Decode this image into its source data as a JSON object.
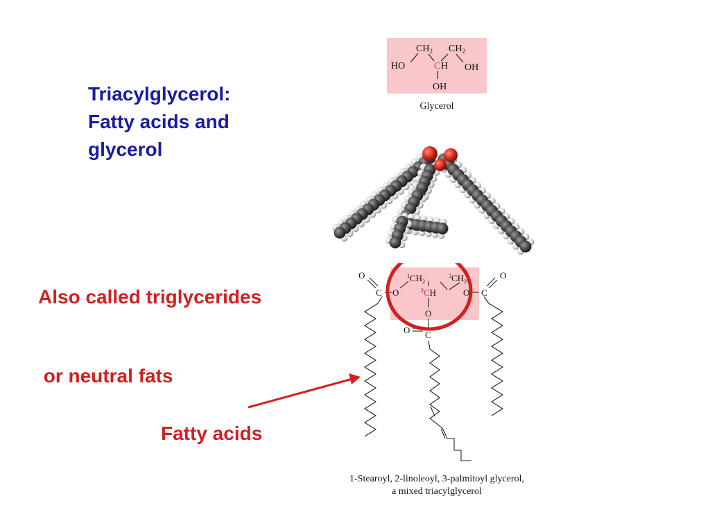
{
  "slide": {
    "title_lines": [
      "Triacylglycerol:",
      "Fatty acids and",
      "glycerol"
    ],
    "subtitle_lines": [
      "Also called triglycerides",
      " or neutral fats"
    ],
    "fatty_acids_label": "Fatty acids"
  },
  "glycerol_figure": {
    "caption": "Glycerol",
    "atoms": {
      "ch2_left": "CH",
      "ch2_right": "CH",
      "sub2": "2",
      "ho": "HO",
      "c_center": "C",
      "h": "H",
      "oh_right": "OH",
      "oh_bottom": "OH"
    }
  },
  "triacylglycerol_figure": {
    "caption_line1": "1-Stearoyl, 2-linoleoyl, 3-palmitoyl glycerol,",
    "caption_line2": "a mixed triacylglycerol",
    "atoms": {
      "o": "O",
      "c": "C",
      "ch": "CH",
      "h": "H",
      "sub2": "2",
      "sup1": "1",
      "sup2": "2",
      "sup3": "3"
    }
  },
  "colors": {
    "title_blue": "#1a1aa6",
    "accent_red": "#d21f1f",
    "highlight_pink": "#f9c6c9",
    "magenta_carbon": "#d62a8a"
  }
}
